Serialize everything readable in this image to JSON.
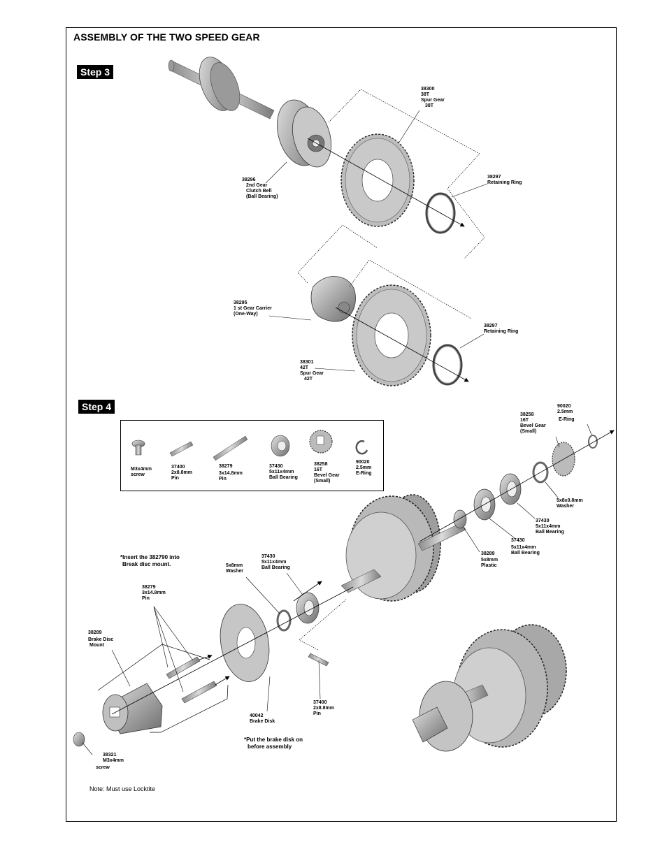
{
  "title": "ASSEMBLY OF THE TWO SPEED GEAR",
  "steps": {
    "step3": "Step 3",
    "step4": "Step 4"
  },
  "step3_labels": {
    "spur38": [
      "38300",
      "38T",
      "Spur Gear",
      "38T"
    ],
    "clutch_bell": [
      "38296",
      "2nd Gear",
      "Clutch Bell",
      "(Ball Bearing)"
    ],
    "retaining_ring_1": [
      "38297",
      "Retaining Ring"
    ],
    "carrier": [
      "38295",
      "1 st Gear Carrier",
      "(One-Way)"
    ],
    "retaining_ring_2": [
      "38297",
      "Retaining Ring"
    ],
    "spur42": [
      "38301",
      "42T",
      "Spur Gear",
      "42T"
    ]
  },
  "parts_box": [
    {
      "lines": [
        "M3x4mm",
        "screw"
      ],
      "icon": "screw-icon"
    },
    {
      "lines": [
        "37400",
        "2x8.8mm",
        "Pin"
      ],
      "icon": "short-pin-icon"
    },
    {
      "lines": [
        "38279",
        "3x14.8mm",
        "Pin"
      ],
      "icon": "long-pin-icon"
    },
    {
      "lines": [
        "37430",
        "5x11x4mm",
        "Ball Bearing"
      ],
      "icon": "ball-bearing-icon"
    },
    {
      "lines": [
        "38258",
        "16T",
        "Bevel Gear",
        "(Small)"
      ],
      "icon": "bevel-gear-icon"
    },
    {
      "lines": [
        "90020",
        "2.5mm",
        "E-Ring"
      ],
      "icon": "e-ring-icon"
    }
  ],
  "step4_labels": {
    "bevel_gear": [
      "38258",
      "16T",
      "Bevel Gear",
      "(Small)"
    ],
    "e_ring": [
      "90020",
      "2.5mm",
      "E-Ring"
    ],
    "washer_5x8x08": [
      "5x8x0.8mm",
      "Washer"
    ],
    "bearing_a": [
      "37430",
      "5x11x4mm",
      "Ball Bearing"
    ],
    "bearing_b": [
      "37430",
      "5x11x4mm",
      "Ball Bearing"
    ],
    "plastic": [
      "38289",
      "5x8mm",
      "Plastic"
    ],
    "bearing_c": [
      "37430",
      "5x11x4mm",
      "Ball Bearing"
    ],
    "washer_5x8": [
      "5x8mm",
      "Washer"
    ],
    "pin_long": [
      "38279",
      "3x14.8mm",
      "Pin"
    ],
    "brake_mount": [
      "38289",
      "Brake Disc",
      "Mount"
    ],
    "brake_disk": [
      "40042",
      "Brake Disk"
    ],
    "pin_short": [
      "37400",
      "2x8.8mm",
      "Pin"
    ],
    "screw": [
      "38321",
      "M3x4mm",
      "screw"
    ]
  },
  "instructions": {
    "insert": [
      "*Insert the 382790 into",
      "Break disc mount."
    ],
    "brake": [
      "*Put the brake disk on",
      "before assembly"
    ]
  },
  "note": "Note: Must use Locktite"
}
